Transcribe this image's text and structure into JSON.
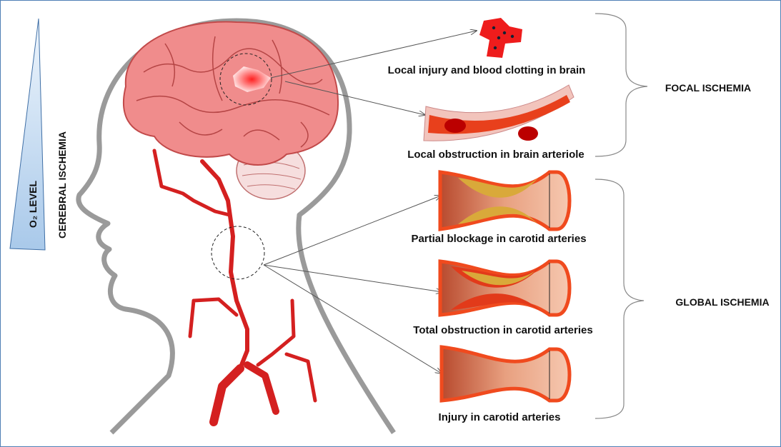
{
  "left": {
    "o2_level": "O₂ LEVEL",
    "cerebral_ischemia": "CEREBRAL ISCHEMIA"
  },
  "labels": {
    "local_injury": "Local injury and blood clotting in brain",
    "local_obstruction": "Local obstruction in brain arteriole",
    "partial_blockage": "Partial blockage in carotid arteries",
    "total_obstruction": "Total obstruction in carotid arteries",
    "injury": "Injury  in carotid arteries"
  },
  "groups": {
    "focal": "FOCAL ISCHEMIA",
    "global": "GLOBAL ISCHEMIA"
  },
  "colors": {
    "artery": "#d42020",
    "brain": "#f08c8c",
    "head_outline": "#9a9a9a",
    "o2_triangle": "#bcd6f0",
    "plaque": "#d9a93a",
    "vessel_wall": "#f04a1e"
  }
}
